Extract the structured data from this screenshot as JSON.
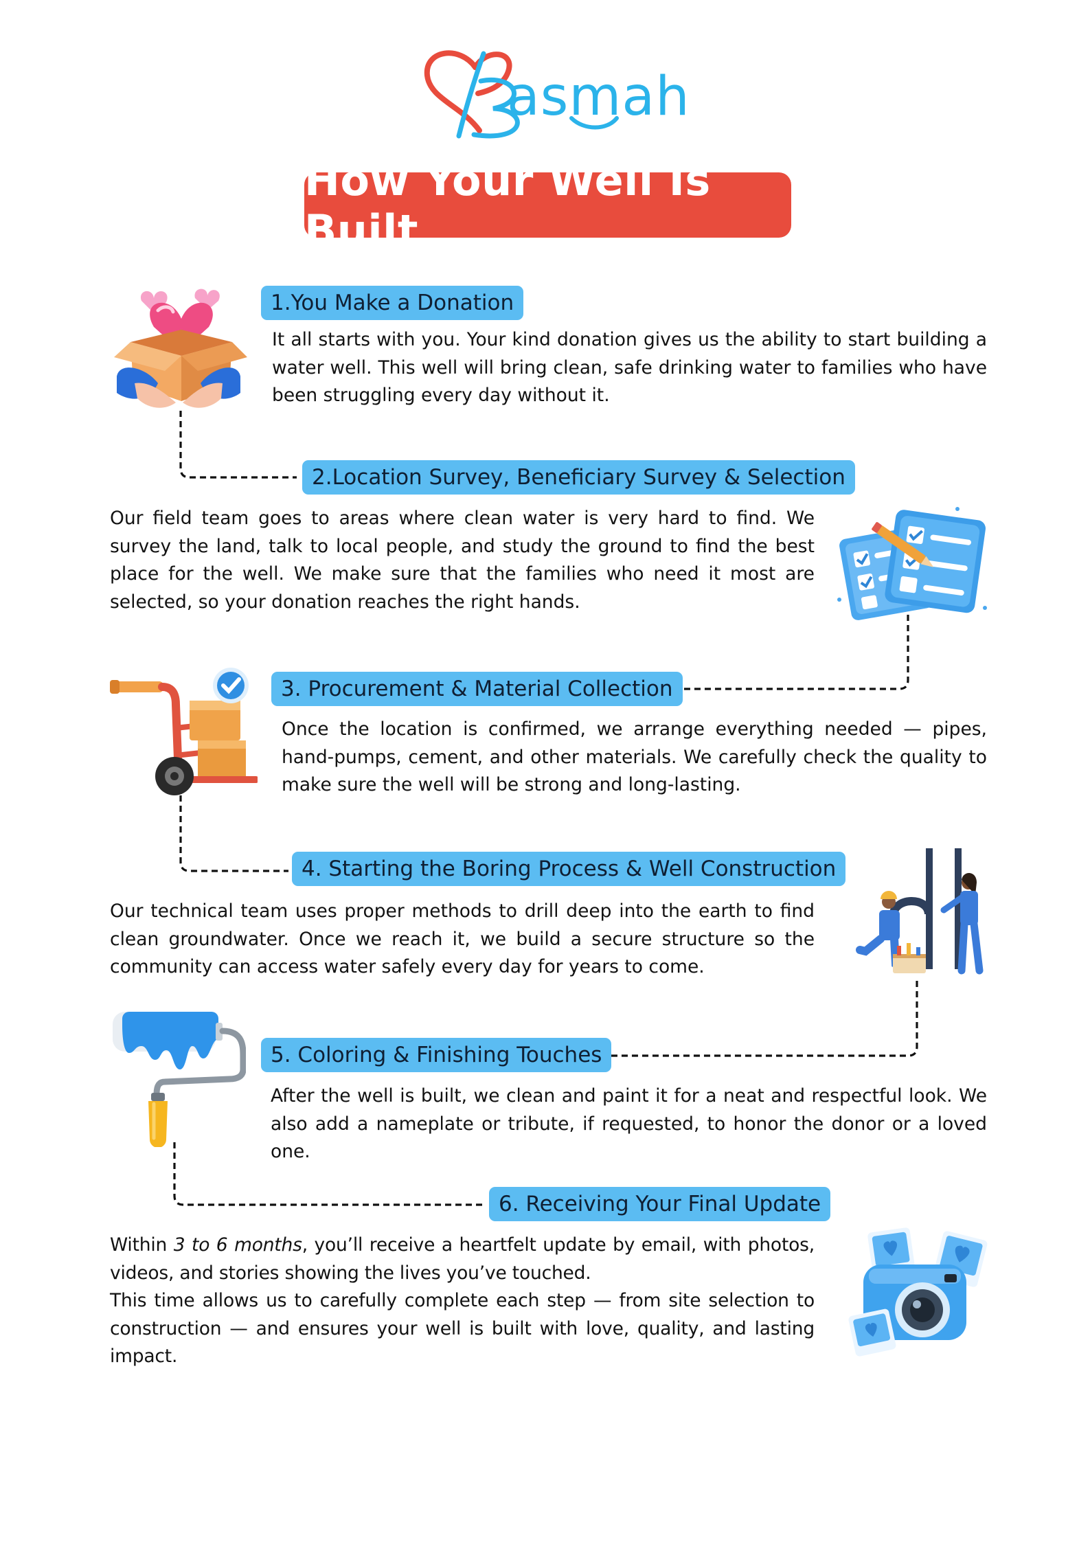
{
  "brand": {
    "name": "Basmah",
    "word": "asmah",
    "primary_color": "#2bb3ea",
    "accent_color": "#e84c3d"
  },
  "title": "How Your Well Is Built",
  "steps": [
    {
      "heading": "1.You Make a Donation",
      "text": "It all starts with you. Your kind donation gives us the ability to start building a water well. This well will bring clean, safe drinking water to families who have been struggling every day without it.",
      "icon": "donation-box-icon"
    },
    {
      "heading": "2.Location Survey, Beneficiary Survey & Selection",
      "text": "Our field team goes to areas where clean water is very hard to find. We survey the land, talk to local people, and study the ground to find the best place for the well. We make sure that the families who need it most are selected, so your donation reaches the right hands.",
      "icon": "checklist-icon"
    },
    {
      "heading": "3. Procurement & Material Collection",
      "text": "Once the location is confirmed, we arrange everything needed — pipes, hand-pumps, cement, and other materials. We carefully check the quality to make sure the well will be strong and long-lasting.",
      "icon": "hand-truck-icon"
    },
    {
      "heading": "4. Starting the Boring Process & Well Construction",
      "text": "Our technical team uses proper methods to drill deep into the earth to find clean groundwater. Once we reach it, we build a secure structure so the community can access water safely every day for years to come.",
      "icon": "workers-icon"
    },
    {
      "heading": "5. Coloring & Finishing Touches",
      "text": "After the well is built, we clean and paint it for a neat and respectful look. We also add a nameplate or tribute, if requested, to honor the donor or a loved one.",
      "icon": "paint-roller-icon"
    },
    {
      "heading": "6. Receiving Your Final Update",
      "text_before": "Within ",
      "text_em": "3 to 6 months",
      "text_after": ", you’ll receive a heartfelt update by email, with photos, videos, and stories showing the lives you’ve touched.",
      "text2": "This time allows us to carefully complete each step — from site selection to construction — and ensures your well is built with love, quality, and lasting impact.",
      "icon": "camera-icon"
    }
  ]
}
